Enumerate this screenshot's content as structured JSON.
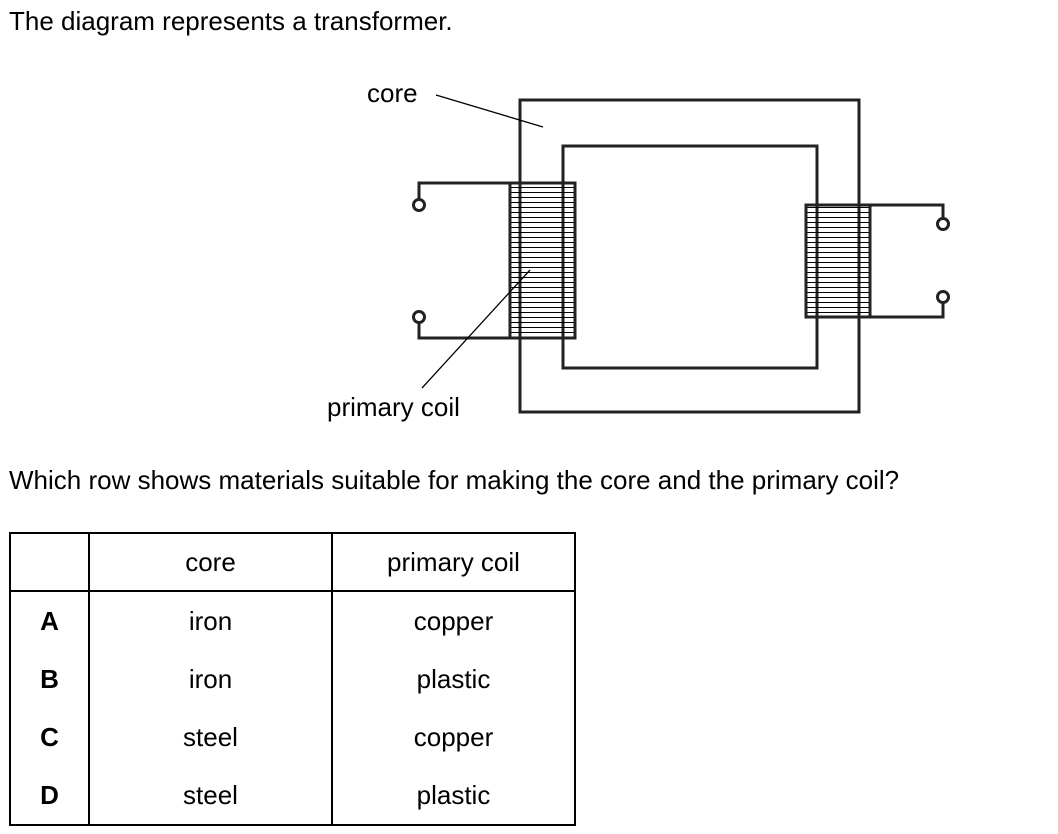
{
  "intro_text": "The diagram represents a transformer.",
  "diagram": {
    "label_core": "core",
    "label_primary_coil": "primary coil"
  },
  "question_text": "Which row shows materials suitable for making the core and the primary coil?",
  "table": {
    "headers": [
      "",
      "core",
      "primary coil"
    ],
    "rows": [
      {
        "letter": "A",
        "core": "iron",
        "coil": "copper"
      },
      {
        "letter": "B",
        "core": "iron",
        "coil": "plastic"
      },
      {
        "letter": "C",
        "core": "steel",
        "coil": "copper"
      },
      {
        "letter": "D",
        "core": "steel",
        "coil": "plastic"
      }
    ]
  }
}
